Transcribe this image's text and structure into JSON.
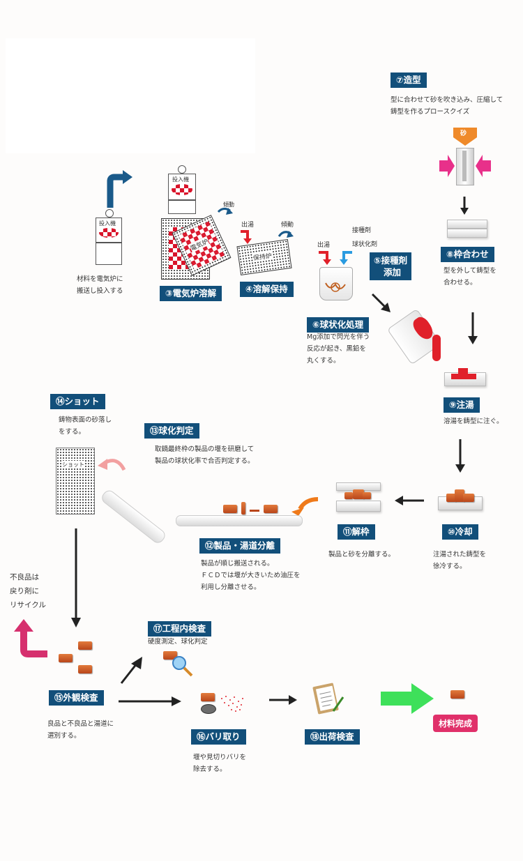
{
  "steps": {
    "s1": {
      "desc": "材料を電気炉に\n搬送し投入する",
      "machine": "投入機"
    },
    "s3": {
      "label": "③電気炉溶解",
      "machine": "投入機",
      "furnace": "電気炉",
      "tilt": "傾動"
    },
    "s4": {
      "label": "④溶解保持",
      "furnace": "保持炉",
      "pour": "出湯",
      "tilt": "傾動"
    },
    "s5": {
      "label_line1": "⑤接種剤",
      "label_line2": "添加",
      "pour": "出湯",
      "agent1": "接種剤",
      "agent2": "球状化剤"
    },
    "s6": {
      "label": "⑥球状化処理",
      "desc": "Mg添加で閃光を伴う\n反応が起き、黒鉛を\n丸くする。"
    },
    "s7": {
      "label": "⑦造型",
      "desc": "型に合わせて砂を吹き込み、圧縮して\n鋳型を作るプロースクイズ",
      "sand": "砂"
    },
    "s8": {
      "label": "⑧枠合わせ",
      "desc": "型を外して鋳型を\n合わせる。"
    },
    "s9": {
      "label": "⑨注湯",
      "desc": "溶湯を鋳型に注ぐ。"
    },
    "s10": {
      "label": "⑩冷却",
      "desc": "注湯された鋳型を\n徐冷する。"
    },
    "s11": {
      "label": "⑪解枠",
      "desc": "製品と砂を分離する。"
    },
    "s12": {
      "label": "⑫製品・湯道分離",
      "desc": "製品が順じ搬送される。\nＦＣＤでは堰が大きいため油圧を\n利用し分離させる。"
    },
    "s13": {
      "label": "⑬球化判定",
      "desc": "取鍋最終枠の製品の堰を研磨して\n製品の球状化率で合否判定する。"
    },
    "s14": {
      "label": "⑭ショット",
      "desc": "鋳物表面の砂落し\nをする。",
      "machine": "ショット"
    },
    "s15": {
      "label": "⑮外観検査",
      "desc": "良品と不良品と湯道に\n選別する。"
    },
    "s16": {
      "label": "⑯バリ取り",
      "desc": "堰や見切りバリを\n除去する。"
    },
    "s17": {
      "label": "⑰工程内検査",
      "desc": "硬度測定、球化判定"
    },
    "s18": {
      "label": "⑱出荷検査"
    }
  },
  "recycle": {
    "text": "不良品は\n戻り剤に\nリサイクル"
  },
  "final": {
    "label": "材料完成"
  },
  "colors": {
    "label_bg": "#124f7a",
    "red": "#e0202a",
    "green": "#3ee05a",
    "pink": "#d6306e",
    "arrow_blue": "#1a5a8a"
  }
}
